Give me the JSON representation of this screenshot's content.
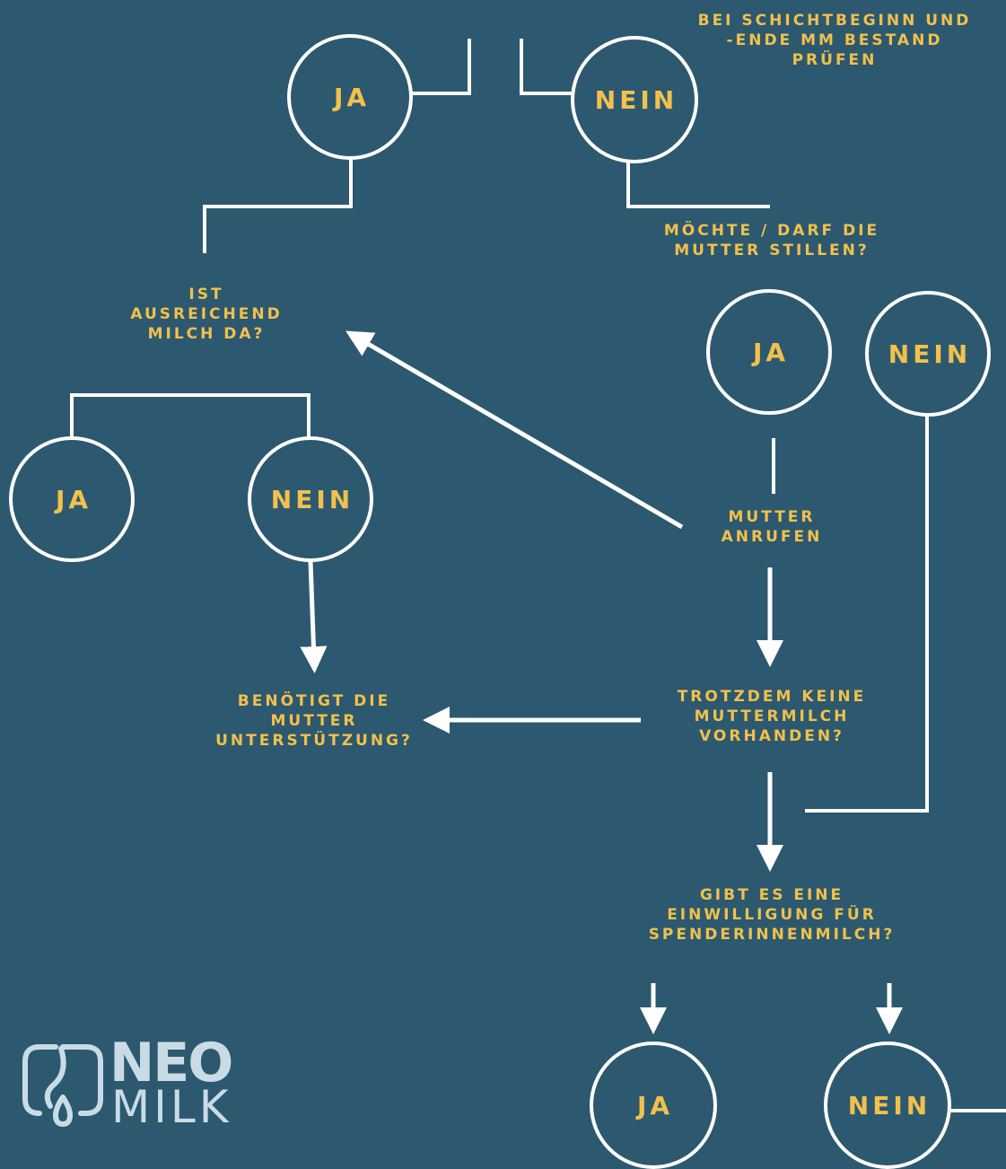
{
  "colors": {
    "background": "#2c596f",
    "text": "#f2c04c",
    "line": "#ffffff",
    "logo": "#c9dce6"
  },
  "top_note": "BEI SCHICHTBEGINN UND\n-ENDE MM BESTAND\nPRÜFEN",
  "questions": {
    "mother_breastfeed": "MÖCHTE / DARF DIE\nMUTTER STILLEN?",
    "enough_milk": "IST\nAUSREICHEND\nMILCH DA?",
    "call_mother": "MUTTER\nANRUFEN",
    "support_needed": "BENÖTIGT DIE\nMUTTER\nUNTERSTÜTZUNG?",
    "still_no_milk": "TROTZDEM KEINE\nMUTTERMILCH\nVORHANDEN?",
    "donor_consent": "GIBT ES EINE\nEINWILLIGUNG FÜR\nSPENDERINNENMILCH?"
  },
  "nodes": {
    "top_yes": "JA",
    "top_no": "NEIN",
    "stillen_yes": "JA",
    "stillen_no": "NEIN",
    "milk_yes": "JA",
    "milk_no": "NEIN",
    "donor_yes": "JA",
    "donor_no": "NEIN"
  },
  "logo": {
    "icon": "breast-milk-drop-icon",
    "line1": "NEO",
    "line2": "MILK"
  }
}
